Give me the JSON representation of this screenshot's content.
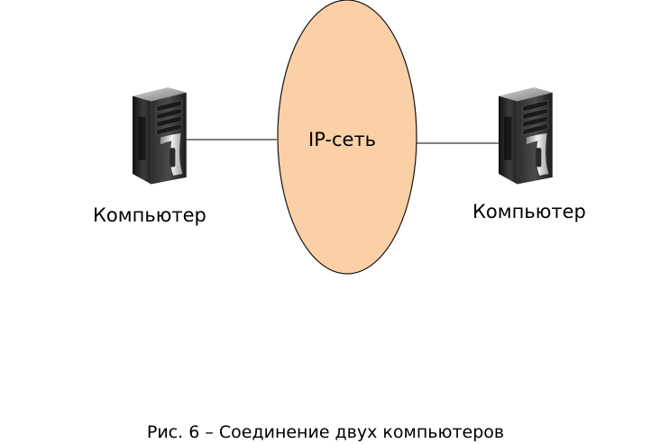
{
  "diagram": {
    "network_label": "IP-сеть",
    "left_node_label": "Компьютер",
    "right_node_label": "Компьютер",
    "caption": "Рис. 6 – Соединение двух компьютеров",
    "network_icon": "ellipse",
    "node_icon": "tower-computer-icon",
    "colors": {
      "network_fill": "#fbd0a6",
      "network_stroke": "#111111",
      "link": "#000000",
      "tower_body": "#3a3a3a",
      "tower_silver": "#c9c9c9"
    }
  }
}
